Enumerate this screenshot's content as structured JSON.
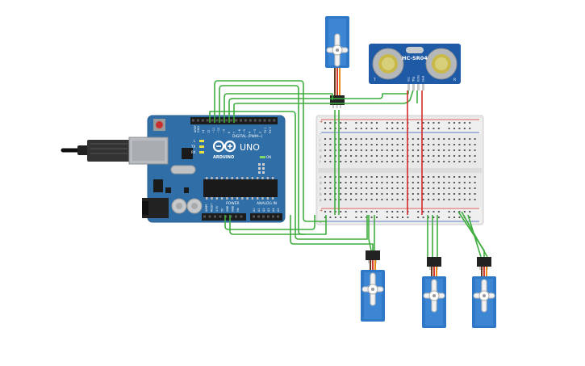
{
  "board": {
    "brand": "ARDUINO",
    "model": "UNO",
    "digital_label": "DIGITAL (PWM~)",
    "power_label": "POWER",
    "analog_label": "ANALOG IN",
    "on_label": "ON",
    "tx_label": "TX",
    "rx_label": "RX",
    "l_label": "L",
    "aref_label": "AREF",
    "gnd_label": "GND",
    "digital_pins": [
      "13",
      "12",
      "~11",
      "~10",
      "~9",
      "8",
      "7",
      "~6",
      "~5",
      "4",
      "~3",
      "2",
      "TX 1",
      "RX 0"
    ],
    "power_pins": [
      "IOREF",
      "RESET",
      "3.3V",
      "5V",
      "GND",
      "GND",
      "Vin"
    ],
    "analog_pins": [
      "A0",
      "A1",
      "A2",
      "A3",
      "A4",
      "A5"
    ]
  },
  "sensor": {
    "model": "HC-SR04",
    "pins": [
      "Vcc",
      "Trig",
      "Echo",
      "Gnd"
    ],
    "left_marker": "T",
    "right_marker": "R"
  },
  "breadboard": {
    "rail_plus": "+",
    "rail_minus": "-",
    "row_letters_top": [
      "j",
      "i",
      "h",
      "g",
      "f"
    ],
    "row_letters_bottom": [
      "e",
      "d",
      "c",
      "b",
      "a"
    ]
  },
  "colors": {
    "wire_signal": "#3fae3f",
    "wire_power": "#d42b2b",
    "board": "#2f6ea6",
    "servo": "#2f78c8",
    "sensor": "#1f5aa6"
  }
}
